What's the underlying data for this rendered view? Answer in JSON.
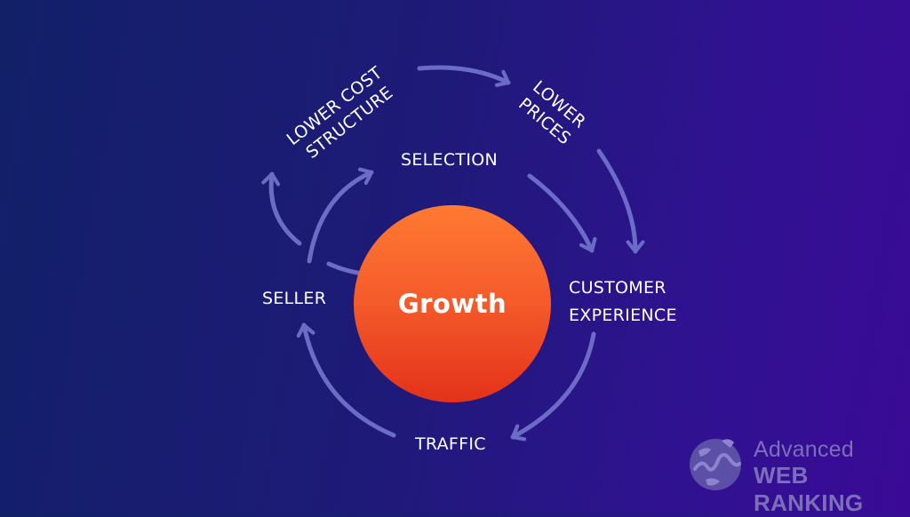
{
  "diagram": {
    "center_label": "Growth",
    "nodes": {
      "lower_cost_structure": [
        "LOWER COST",
        "STRUCTURE"
      ],
      "lower_prices": [
        "LOWER",
        "PRICES"
      ],
      "selection": "SELECTION",
      "customer_experience": [
        "CUSTOMER",
        "EXPERIENCE"
      ],
      "traffic": "TRAFFIC",
      "seller": "SELLER"
    }
  },
  "logo": {
    "line1": "Advanced",
    "line2": "WEB RANKING"
  },
  "colors": {
    "arrow": "#6b6cc6",
    "circle_top": "#ff7a32",
    "circle_bottom": "#e3321a",
    "logo": "#7c6fba"
  }
}
